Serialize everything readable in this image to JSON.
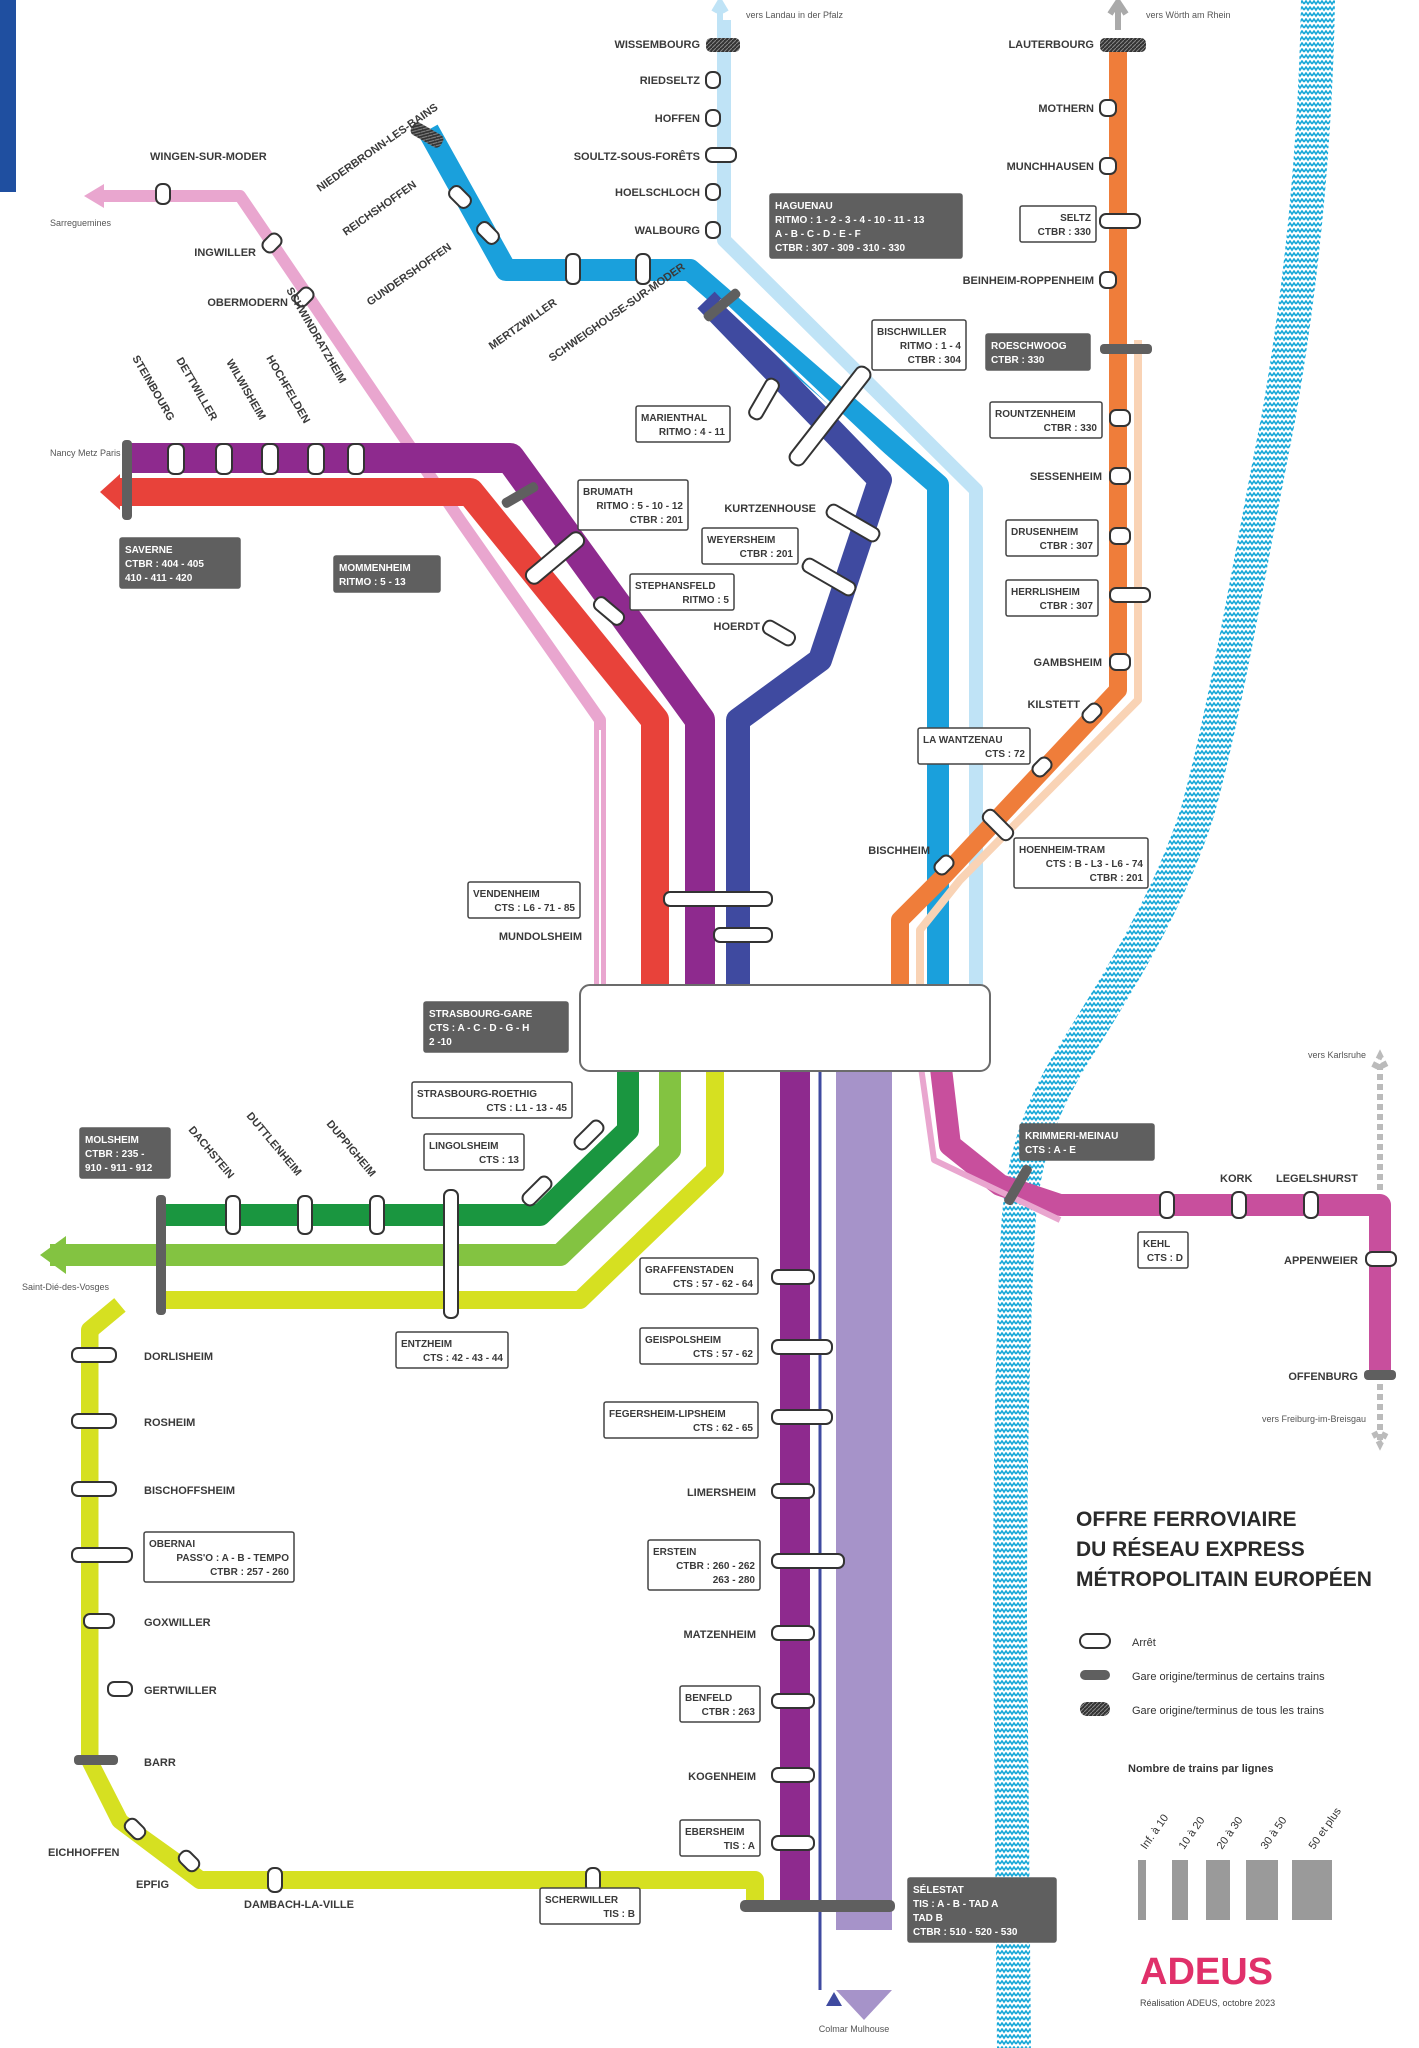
{
  "colors": {
    "pink_light": "#e9a6cf",
    "violet": "#8e2a8e",
    "red": "#e8423a",
    "navy": "#3f4aa0",
    "blue": "#1aa0dc",
    "sky": "#bfe3f6",
    "orange": "#ef7d3a",
    "peach": "#f9d3b5",
    "magenta": "#c84f9d",
    "green_dark": "#1a9640",
    "green_light": "#83c341",
    "lime": "#d6e021",
    "lavender": "#a693c9",
    "grey_dark": "#5f5f5f",
    "rhine": "#17a8d8"
  },
  "directions": {
    "landau": "vers Landau in der Pfalz",
    "worth": "vers Wörth am Rhein",
    "sarreguemines": "Sarreguemines",
    "nancy": "Nancy Metz Paris",
    "karlsruhe": "vers Karlsruhe",
    "saint_die": "Saint-Dié-des-Vosges",
    "freiburg": "vers Freiburg-im-Breisgau",
    "colmar": "Colmar Mulhouse"
  },
  "stations": {
    "wissembourg": "WISSEMBOURG",
    "riedseltz": "RIEDSELTZ",
    "hoffen": "HOFFEN",
    "soultz": "SOULTZ-SOUS-FORÊTS",
    "hoelschloch": "HOELSCHLOCH",
    "walbourg": "WALBOURG",
    "lauterbourg": "LAUTERBOURG",
    "mothern": "MOTHERN",
    "munchhausen": "MUNCHHAUSEN",
    "beinheim": "BEINHEIM-ROPPENHEIM",
    "sessenheim": "SESSENHEIM",
    "gambsheim": "GAMBSHEIM",
    "kilstett": "KILSTETT",
    "bischheim": "BISCHHEIM",
    "wingen": "WINGEN-SUR-MODER",
    "ingwiller": "INGWILLER",
    "obermodern": "OBERMODERN",
    "niederbronn": "NIEDERBRONN-LES-BAINS",
    "reichshoffen": "REICHSHOFFEN",
    "gundershoffen": "GUNDERSHOFFEN",
    "mertzwiller": "MERTZWILLER",
    "schweighouse": "SCHWEIGHOUSE-SUR-MODER",
    "schwindratzheim": "SCHWINDRATZHEIM",
    "steinbourg": "STEINBOURG",
    "dettwiller": "DETTWILLER",
    "wilwisheim": "WILWISHEIM",
    "hochfelden": "HOCHFELDEN",
    "kurtzenhouse": "KURTZENHOUSE",
    "hoerdt": "HOERDT",
    "mundolsheim": "MUNDOLSHEIM",
    "dachstein": "DACHSTEIN",
    "duttlenheim": "DUTTLENHEIM",
    "duppigheim": "DUPPIGHEIM",
    "dorlisheim": "DORLISHEIM",
    "rosheim": "ROSHEIM",
    "bischoffsheim": "BISCHOFFSHEIM",
    "goxwiller": "GOXWILLER",
    "gertwiller": "GERTWILLER",
    "barr": "BARR",
    "eichhoffen": "EICHHOFFEN",
    "epfig": "EPFIG",
    "dambach": "DAMBACH-LA-VILLE",
    "limersheim": "LIMERSHEIM",
    "matzenheim": "MATZENHEIM",
    "kogenheim": "KOGENHEIM",
    "kork": "KORK",
    "legelshurst": "LEGELSHURST",
    "appenweier": "APPENWEIER",
    "offenburg": "OFFENBURG"
  },
  "boxes": {
    "haguenau": [
      "HAGUENAU",
      "RITMO : 1 - 2 - 3 - 4 - 10 - 11 - 13",
      "A - B - C - D - E - F",
      "CTBR : 307 - 309 - 310 - 330"
    ],
    "seltz": [
      "SELTZ",
      "CTBR : 330"
    ],
    "roeschwoog": [
      "ROESCHWOOG",
      "CTBR : 330"
    ],
    "bischwiller": [
      "BISCHWILLER",
      "RITMO : 1 - 4",
      "CTBR : 304"
    ],
    "rountzenheim": [
      "ROUNTZENHEIM",
      "CTBR : 330"
    ],
    "drusenheim": [
      "DRUSENHEIM",
      "CTBR : 307"
    ],
    "herrlisheim": [
      "HERRLISHEIM",
      "CTBR : 307"
    ],
    "marienthal": [
      "MARIENTHAL",
      "RITMO : 4 - 11"
    ],
    "brumath": [
      "BRUMATH",
      "RITMO : 5 - 10 - 12",
      "CTBR : 201"
    ],
    "weyersheim": [
      "WEYERSHEIM",
      "CTBR : 201"
    ],
    "stephansfeld": [
      "STEPHANSFELD",
      "RITMO : 5"
    ],
    "saverne": [
      "SAVERNE",
      "CTBR : 404 - 405",
      "410 - 411 - 420"
    ],
    "mommenheim": [
      "MOMMENHEIM",
      "RITMO : 5 - 13"
    ],
    "la_wantzenau": [
      "LA WANTZENAU",
      "CTS : 72"
    ],
    "hoenheim": [
      "HOENHEIM-TRAM",
      "CTS : B - L3 - L6 - 74",
      "CTBR : 201"
    ],
    "vendenheim": [
      "VENDENHEIM",
      "CTS : L6 - 71 - 85"
    ],
    "strasbourg": [
      "STRASBOURG-GARE",
      "CTS : A - C - D - G - H",
      "2 -10"
    ],
    "roethig": [
      "STRASBOURG-ROETHIG",
      "CTS : L1 - 13 - 45"
    ],
    "lingolsheim": [
      "LINGOLSHEIM",
      "CTS : 13"
    ],
    "krimmeri": [
      "KRIMMERI-MEINAU",
      "CTS : A - E"
    ],
    "molsheim": [
      "MOLSHEIM",
      "CTBR : 235 -",
      "910 - 911 - 912"
    ],
    "kehl": [
      "KEHL",
      "CTS : D"
    ],
    "entzheim": [
      "ENTZHEIM",
      "CTS : 42 - 43 - 44"
    ],
    "graffenstaden": [
      "GRAFFENSTADEN",
      "CTS : 57 - 62 - 64"
    ],
    "geispolsheim": [
      "GEISPOLSHEIM",
      "CTS : 57 - 62"
    ],
    "fegersheim": [
      "FEGERSHEIM-LIPSHEIM",
      "CTS : 62 - 65"
    ],
    "obernai": [
      "OBERNAI",
      "PASS'O : A - B - TEMPO",
      "CTBR : 257 - 260"
    ],
    "erstein": [
      "ERSTEIN",
      "CTBR : 260 - 262",
      "263 - 280"
    ],
    "benfeld": [
      "BENFELD",
      "CTBR : 263"
    ],
    "ebersheim": [
      "EBERSHEIM",
      "TIS : A"
    ],
    "scherwiller": [
      "SCHERWILLER",
      "TIS : B"
    ],
    "selestat": [
      "SÉLESTAT",
      "TIS : A - B - TAD A",
      "TAD B",
      "CTBR : 510 - 520 - 530"
    ]
  },
  "legend": {
    "title": [
      "OFFRE FERROVIAIRE",
      "DU RÉSEAU EXPRESS",
      "MÉTROPOLITAIN EUROPÉEN"
    ],
    "stop": "Arrêt",
    "partial_terminus": "Gare origine/terminus de certains trains",
    "full_terminus": "Gare origine/terminus de tous les trains",
    "frequency_title": "Nombre de trains par lignes",
    "frequency_classes": [
      "Inf. à 10",
      "10 à 20",
      "20 à 30",
      "30 à 50",
      "50 et plus"
    ],
    "brand": "ADEUS",
    "credit": "Réalisation ADEUS, octobre 2023"
  }
}
